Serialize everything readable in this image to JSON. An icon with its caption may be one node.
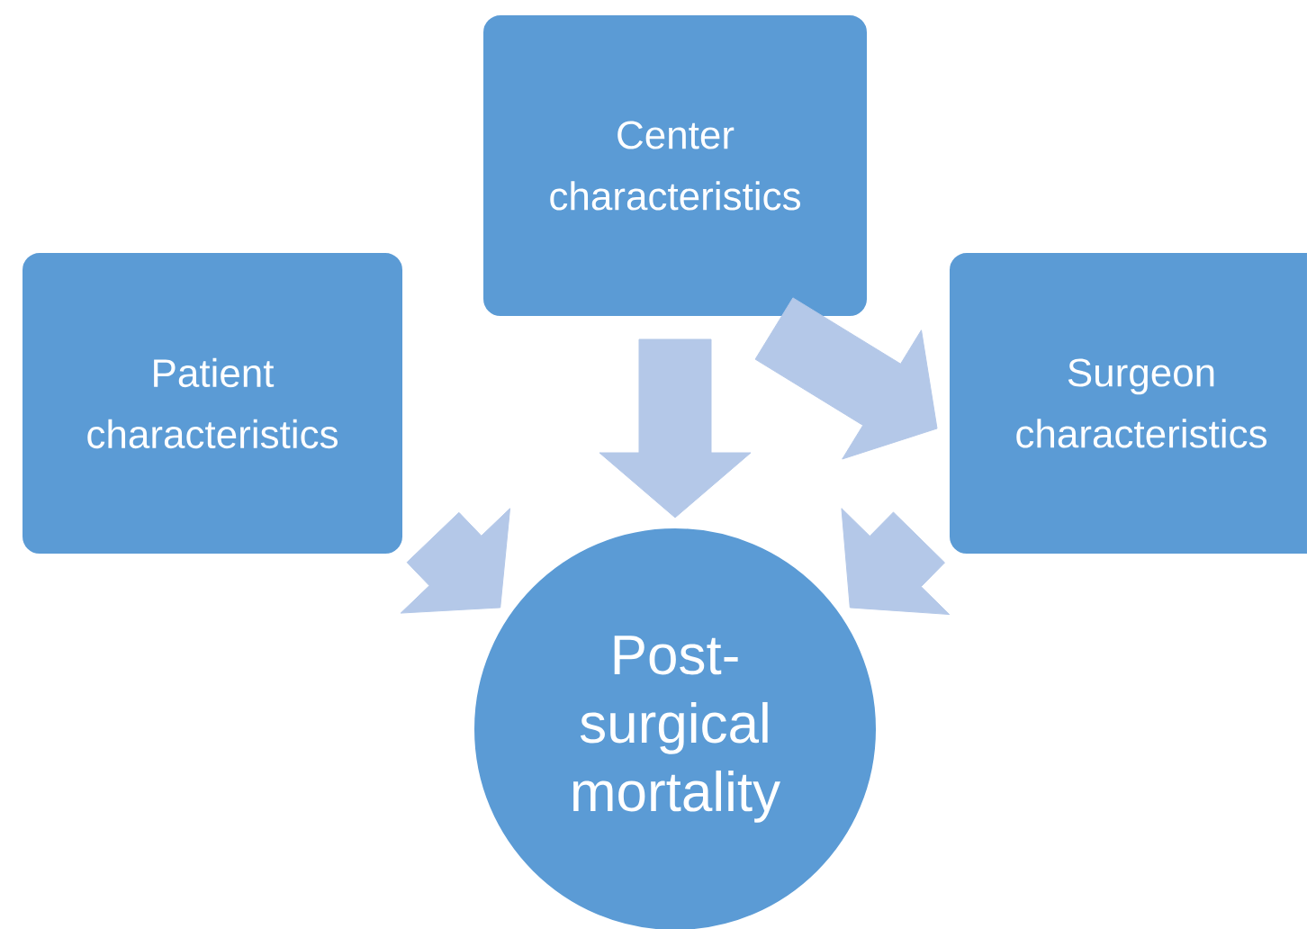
{
  "diagram": {
    "nodes": [
      {
        "text": [
          "Center characteristics"
        ]
      },
      {
        "text": [
          "Patient characteristics"
        ]
      },
      {
        "text": [
          "Surgeon characteristics"
        ]
      },
      {
        "text": [
          "Post-surgical mortality"
        ]
      }
    ],
    "edges": [
      {
        "from": 0,
        "to": 3,
        "arrow": "to"
      },
      {
        "from": 0,
        "to": 2,
        "arrow": "to"
      },
      {
        "from": 1,
        "to": 3,
        "arrow": "to"
      },
      {
        "from": 2,
        "to": 3,
        "arrow": "to"
      }
    ]
  }
}
